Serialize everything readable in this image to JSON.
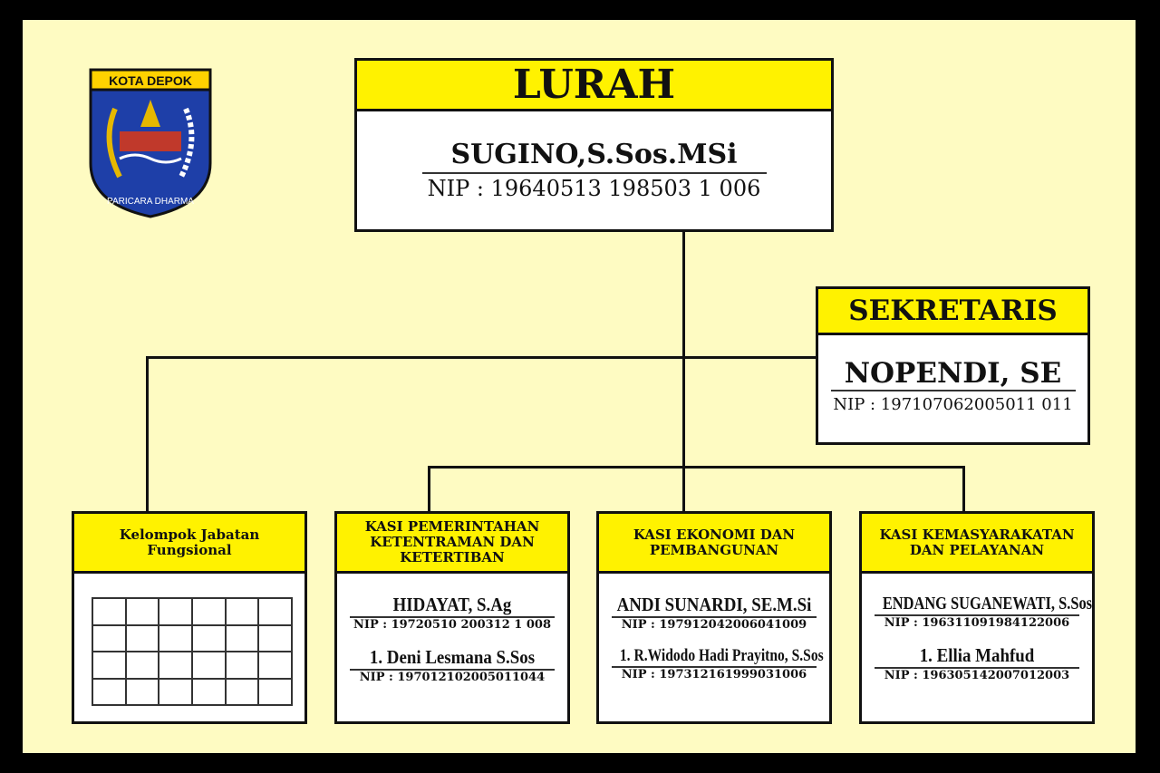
{
  "logo": {
    "top_text": "KOTA DEPOK",
    "motto": "PARICARA DHARMA"
  },
  "lurah": {
    "title": "LURAH",
    "name": "SUGINO,S.Sos.MSi",
    "nip": "NIP : 19640513 198503 1 006"
  },
  "sekretaris": {
    "title": "SEKRETARIS",
    "name": "NOPENDI, SE",
    "nip": "NIP : 197107062005011 011"
  },
  "fungsional": {
    "title": "Kelompok Jabatan Fungsional"
  },
  "kasi": [
    {
      "title": "KASI PEMERINTAHAN KETENTRAMAN  DAN KETERTIBAN",
      "name": "HIDAYAT, S.Ag",
      "nip": "NIP : 19720510 200312 1 008",
      "staff": "1. Deni Lesmana S.Sos",
      "staff_nip": "NIP : 197012102005011044"
    },
    {
      "title": "KASI EKONOMI DAN PEMBANGUNAN",
      "name": "ANDI SUNARDI, SE.M.Si",
      "nip": "NIP : 197912042006041009",
      "staff": "1. R.Widodo Hadi Prayitno, S.Sos",
      "staff_nip": "NIP : 197312161999031006"
    },
    {
      "title": "KASI KEMASYARAKATAN DAN PELAYANAN",
      "name": "ENDANG SUGANEWATI, S.Sos",
      "nip": "NIP : 196311091984122006",
      "staff": "1. Ellia Mahfud",
      "staff_nip": "NIP : 196305142007012003"
    }
  ]
}
